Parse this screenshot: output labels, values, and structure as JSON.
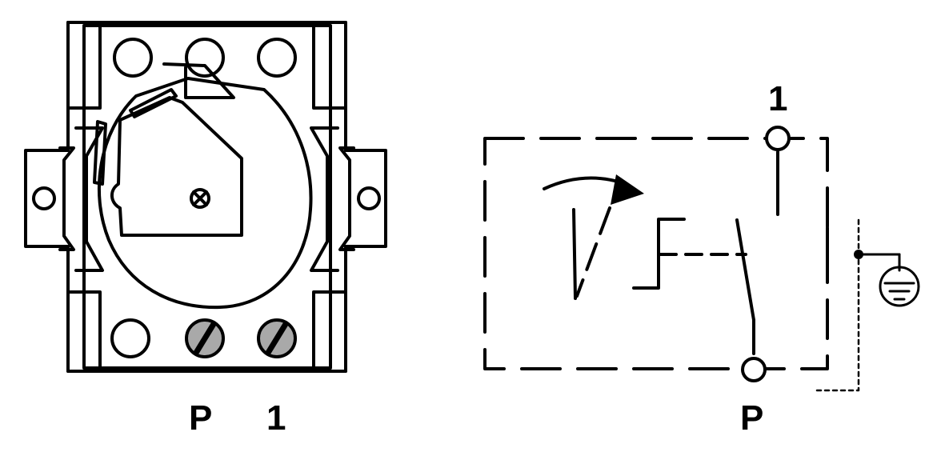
{
  "figure": {
    "housing_labels": {
      "left_terminal": "P",
      "right_terminal": "1"
    },
    "schematic_labels": {
      "top_terminal": "1",
      "bottom_terminal": "P"
    }
  },
  "colors": {
    "ink": "#000000",
    "paper": "#ffffff",
    "screw_fill": "#a9a9a9"
  },
  "icons": [
    "screw-icon",
    "crossed-circle-icon",
    "ground-symbol-icon",
    "arrow-icon"
  ]
}
